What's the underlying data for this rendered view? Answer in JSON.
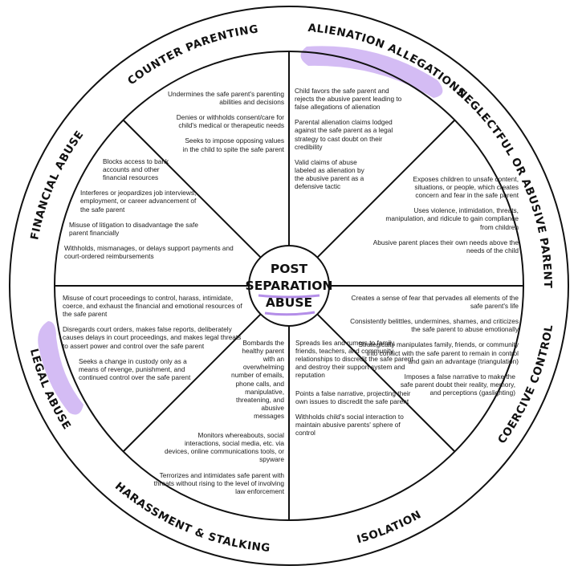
{
  "center": {
    "line1": "POST",
    "line2": "SEPARATION",
    "line3": "ABUSE"
  },
  "colors": {
    "highlight": "#cdb0f2",
    "ink": "#111111"
  },
  "rim_labels": {
    "counter_parenting": "COUNTER PARENTING",
    "alienation_allegations": "ALIENATION ALLEGATIONS",
    "neglectful_parenting": "NEGLECTFUL OR ABUSIVE PARENTING",
    "coercive_control": "COERCIVE CONTROL",
    "isolation": "ISOLATION",
    "harassment_stalking": "HARASSMENT & STALKING",
    "legal_abuse": "LEGAL ABUSE",
    "financial_abuse": "FINANCIAL ABUSE"
  },
  "segments": {
    "counter_parenting": [
      "Undermines the safe parent's parenting abilities and decisions",
      "Denies or withholds consent/care for child's medical or therapeutic needs",
      "Seeks to impose opposing values in the child to spite the safe parent"
    ],
    "alienation_allegations": [
      "Child favors the safe parent and rejects the abusive parent leading to false allegations of alienation",
      "Parental alienation claims lodged against the safe parent as a legal strategy to cast doubt on their credibility",
      "Valid claims of abuse labeled as alienation by the abusive parent as a defensive tactic"
    ],
    "neglectful_parenting": [
      "Exposes children to unsafe content, situations, or people, which creates concern and fear in the safe parent",
      "Uses violence, intimidation, threats, manipulation, and ridicule to gain compliance from children",
      "Abusive parent places their own needs above the needs of the child"
    ],
    "coercive_control": [
      "Creates a sense of fear that pervades all elements of the safe parent's life",
      "Consistently belittles, undermines, shames, and criticizes the safe parent to abuse emotionally",
      "Strategically manipulates family, friends, or community into conflict with the safe parent to remain in control and gain an advantage (triangulation)",
      "Imposes a false narrative to make the safe parent doubt their reality, memory, and perceptions (gaslighting)"
    ],
    "isolation": [
      "Spreads lies and rumors to family, friends, teachers, and community relationships to discredit the safe parent and destroy their support system and reputation",
      "Points a false narrative, projecting their own issues to discredit the safe parent",
      "Withholds child's social interaction to maintain abusive parents' sphere of control"
    ],
    "harassment_stalking": [
      "Bombards the healthy parent with an overwhelming number of emails, phone calls, and manipulative, threatening, and abusive messages",
      "Monitors whereabouts, social interactions, social media, etc. via devices, online communications tools, or spyware",
      "Terrorizes and intimidates safe parent with threats without rising to the level of involving law enforcement"
    ],
    "legal_abuse": [
      "Misuse of court proceedings to control, harass, intimidate, coerce, and exhaust the financial and emotional resources of the safe parent",
      "Disregards court orders, makes false reports, deliberately causes delays in court proceedings, and makes legal threats to assert power and control over the safe parent",
      "Seeks a change in custody only as a means of revenge, punishment, and continued control over the safe parent"
    ],
    "financial_abuse": [
      "Blocks access to bank accounts and other financial resources",
      "Interferes or jeopardizes job interviews, employment, or career advancement of the safe parent",
      "Misuse of litigation to disadvantage the safe parent financially",
      "Withholds, mismanages, or delays support payments and court-ordered reimbursements"
    ]
  }
}
